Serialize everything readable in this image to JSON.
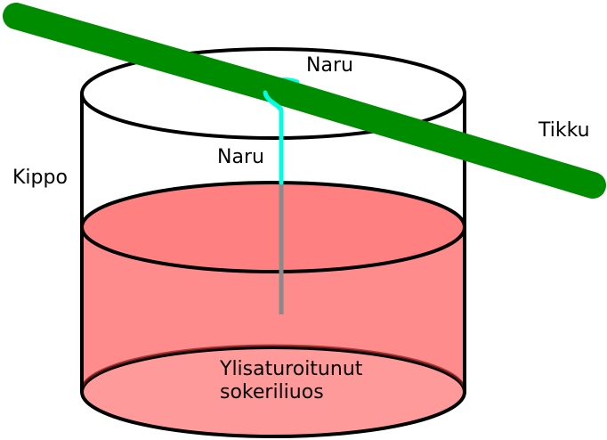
{
  "labels": {
    "bowl": "Kippo",
    "string_top": "Naru",
    "string_inside": "Naru",
    "stick": "Tikku",
    "solution_line1": "Ylisaturoitunut",
    "solution_line2": "sokeriliuos"
  },
  "colors": {
    "outline": "#000000",
    "liquid": "#ff8c8c",
    "liquid_surface": "#ff8080",
    "liquid_bottom_edge": "#8a1c1c",
    "stick": "#008c00",
    "string_above": "#00ffe0",
    "string_submerged": "#8a8a8a"
  }
}
